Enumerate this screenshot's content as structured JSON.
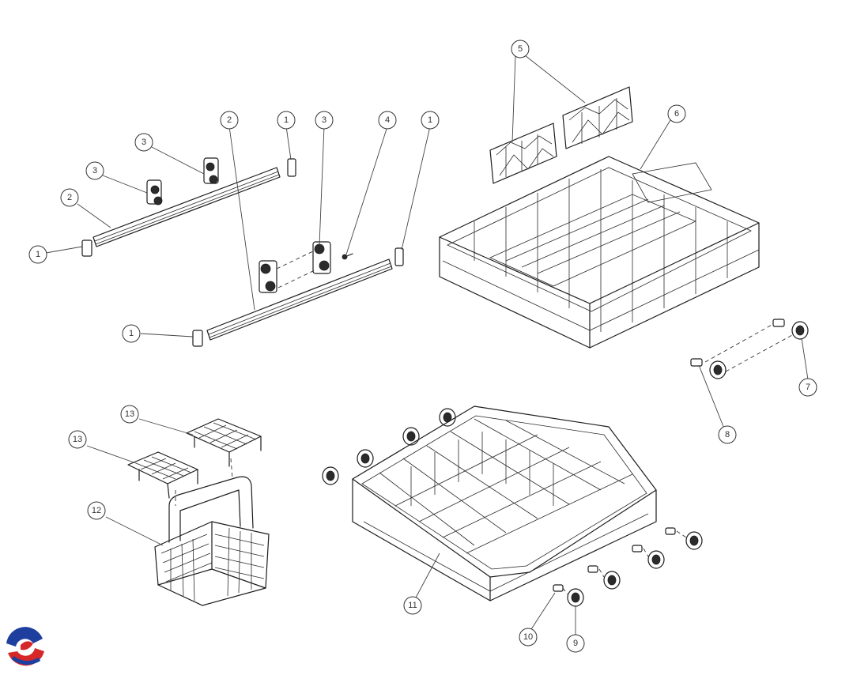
{
  "diagram": {
    "callouts": [
      {
        "id": "c1a",
        "label": "1"
      },
      {
        "id": "c1b",
        "label": "1"
      },
      {
        "id": "c1c",
        "label": "1"
      },
      {
        "id": "c1d",
        "label": "1"
      },
      {
        "id": "c2a",
        "label": "2"
      },
      {
        "id": "c2b",
        "label": "2"
      },
      {
        "id": "c3a",
        "label": "3"
      },
      {
        "id": "c3b",
        "label": "3"
      },
      {
        "id": "c3c",
        "label": "3"
      },
      {
        "id": "c4",
        "label": "4"
      },
      {
        "id": "c5",
        "label": "5"
      },
      {
        "id": "c6",
        "label": "6"
      },
      {
        "id": "c7",
        "label": "7"
      },
      {
        "id": "c8",
        "label": "8"
      },
      {
        "id": "c9",
        "label": "9"
      },
      {
        "id": "c10",
        "label": "10"
      },
      {
        "id": "c11",
        "label": "11"
      },
      {
        "id": "c12",
        "label": "12"
      },
      {
        "id": "c13a",
        "label": "13"
      },
      {
        "id": "c13b",
        "label": "13"
      }
    ],
    "logo": {
      "name": "brand-logo",
      "colors": [
        "#1f3f9e",
        "#d62828"
      ]
    }
  }
}
